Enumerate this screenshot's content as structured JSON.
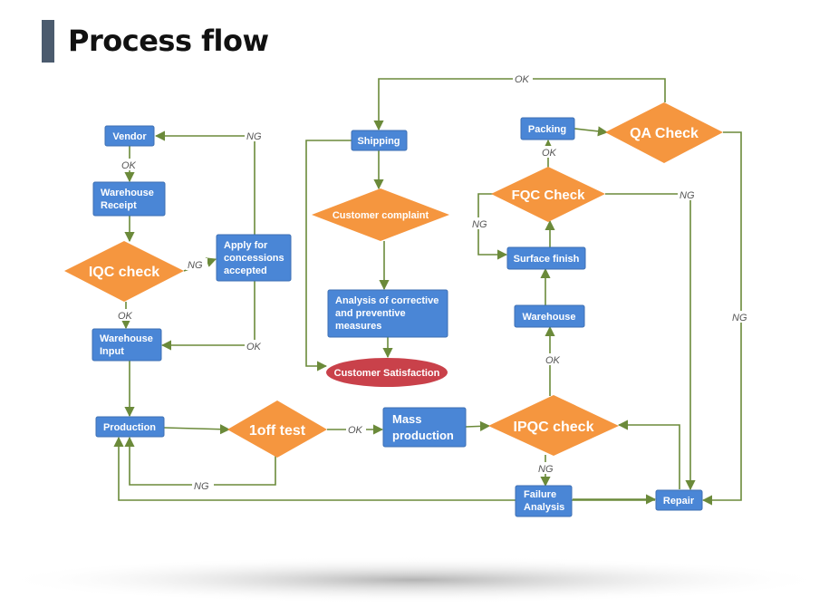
{
  "title": "Process flow",
  "colors": {
    "box": "#4a86d6",
    "diamond": "#f5963f",
    "ellipse": "#c9414a",
    "connector": "#6b8a3a",
    "title_bar": "#4b5b6e"
  },
  "nodes": {
    "vendor": "Vendor",
    "warehouse_receipt": [
      "Warehouse",
      "Receipt"
    ],
    "iqc_check": "IQC check",
    "concessions": [
      "Apply for",
      "concessions",
      "accepted"
    ],
    "warehouse_input": [
      "Warehouse",
      "Input"
    ],
    "production": "Production",
    "oneoff_test": "1off test",
    "mass_production": [
      "Mass",
      "production"
    ],
    "ipqc_check": "IPQC check",
    "failure_analysis": [
      "Failure",
      "Analysis"
    ],
    "repair": "Repair",
    "shipping": "Shipping",
    "customer_complaint": "Customer complaint",
    "corrective_analysis": [
      "Analysis of corrective",
      "and preventive",
      "measures"
    ],
    "customer_satisfaction": "Customer Satisfaction",
    "packing": "Packing",
    "qa_check": "QA Check",
    "fqc_check": "FQC Check",
    "surface_finish": "Surface finish",
    "warehouse": "Warehouse"
  },
  "edge_labels": {
    "ok_top": "OK",
    "ng_vendor": "NG",
    "ok_vendor": "OK",
    "ng_iqc": "NG",
    "ok_iqc": "OK",
    "ok_concession": "OK",
    "ok_oneoff": "OK",
    "ng_oneoff": "NG",
    "ok_packing": "OK",
    "ng_fqc_right": "NG",
    "ng_fqc_left": "NG",
    "ok_warehouse": "OK",
    "ng_ipqc": "NG",
    "ng_qa": "NG"
  }
}
